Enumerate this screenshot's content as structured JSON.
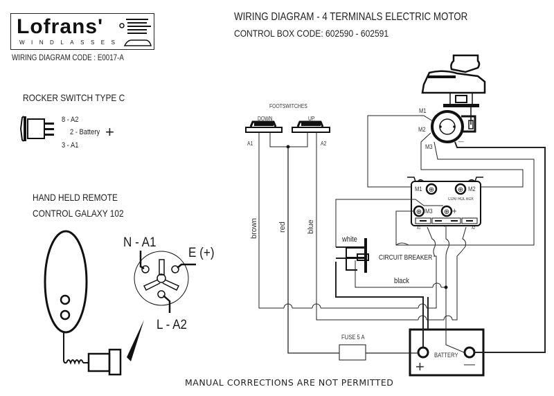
{
  "header": {
    "brand": "Lofrans'",
    "brand_sub": "WINDLASSES",
    "diagram_code": "WIRING DIAGRAM CODE : E0017-A",
    "title": "WIRING DIAGRAM - 4 TERMINALS  ELECTRIC  MOTOR",
    "subtitle": "CONTROL BOX CODE: 602590 - 602591"
  },
  "rocker_switch": {
    "title": "ROCKER SWITCH TYPE C",
    "pins": [
      "8 - A2",
      "2 - Battery",
      "3 - A1"
    ],
    "plus_symbol": "+"
  },
  "remote": {
    "title_line1": "HAND HELD REMOTE",
    "title_line2": "CONTROL GALAXY 102",
    "pins": {
      "n": "N - A1",
      "e": "E (+)",
      "l": "L - A2"
    }
  },
  "footswitches": {
    "title": "FOOTSWITCHES",
    "down": "DOWN",
    "up": "UP",
    "a1": "A1",
    "a2": "A2"
  },
  "wires": {
    "brown": "brown",
    "red": "red",
    "blue": "blue",
    "white": "white",
    "black": "black"
  },
  "motor": {
    "m1": "M1",
    "m2": "M2",
    "m3": "M3",
    "minus": "—"
  },
  "control_box": {
    "label": "CONTROL BOX",
    "m1": "M1",
    "m2": "M2",
    "m3": "M3",
    "plus": "+",
    "a1": "A1",
    "minus": "—",
    "a2": "A2"
  },
  "circuit_breaker": {
    "label": "CIRCUIT BREAKER"
  },
  "fuse": {
    "label": "FUSE 5 A"
  },
  "battery": {
    "label": "BATTERY",
    "plus": "+",
    "minus": "—"
  },
  "footer": {
    "notice": "MANUAL CORRECTIONS ARE NOT PERMITTED"
  }
}
